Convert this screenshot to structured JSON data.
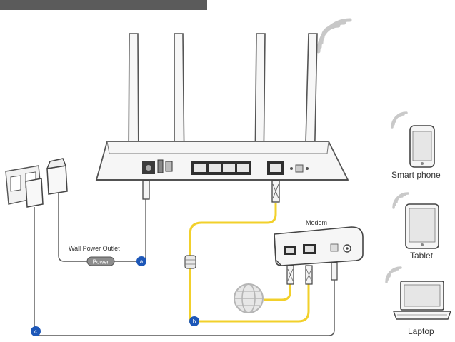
{
  "labels": {
    "smart_phone": "Smart phone",
    "tablet": "Tablet",
    "laptop": "Laptop",
    "wall_power_outlet": "Wall Power Outlet",
    "modem": "Modem",
    "power_tag": "Power"
  },
  "markers": {
    "a": "a",
    "b": "b",
    "c": "c"
  },
  "colors": {
    "ethernet_cable": "#f2d02b",
    "marker_fill": "#1d57b8",
    "line": "#555555",
    "device_fill": "#f4f4f4"
  }
}
